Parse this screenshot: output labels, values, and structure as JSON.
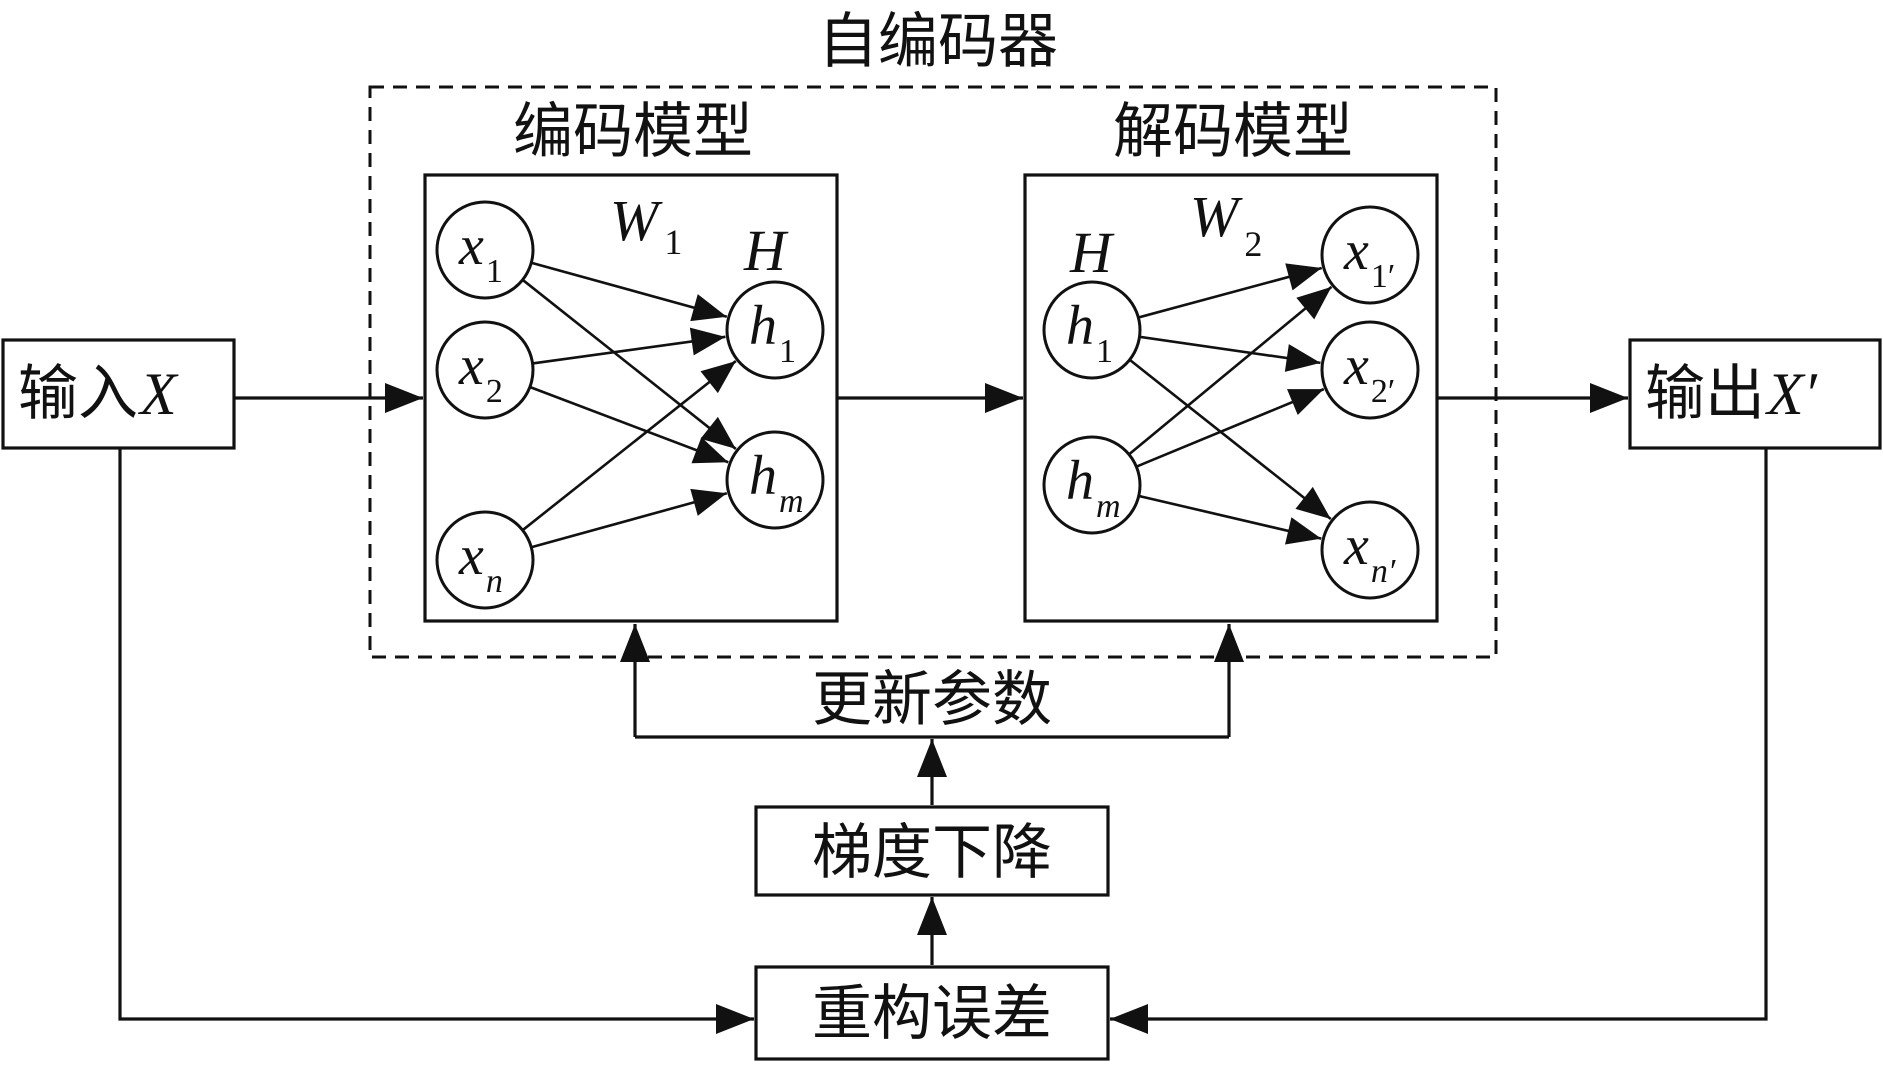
{
  "autoencoder_label": "自编码器",
  "encoder": {
    "title": "编码模型",
    "weight": "W",
    "weight_sub": "1",
    "hidden_label": "H"
  },
  "decoder": {
    "title": "解码模型",
    "weight": "W",
    "weight_sub": "2",
    "hidden_label": "H"
  },
  "input_box": {
    "text": "输入",
    "var": "X"
  },
  "output_box": {
    "text": "输出",
    "var": "X′"
  },
  "update_label": "更新参数",
  "gradient_box": "梯度下降",
  "error_box": "重构误差",
  "enc_inputs": [
    {
      "sym": "x",
      "sub": "1"
    },
    {
      "sym": "x",
      "sub": "2"
    },
    {
      "sym": "x",
      "sub": "n"
    }
  ],
  "enc_hidden": [
    {
      "sym": "h",
      "sub": "1"
    },
    {
      "sym": "h",
      "sub": "m"
    }
  ],
  "dec_hidden": [
    {
      "sym": "h",
      "sub": "1"
    },
    {
      "sym": "h",
      "sub": "m"
    }
  ],
  "dec_outputs": [
    {
      "sym": "x",
      "sub": "1′"
    },
    {
      "sym": "x",
      "sub": "2′"
    },
    {
      "sym": "x",
      "sub": "n′"
    }
  ]
}
